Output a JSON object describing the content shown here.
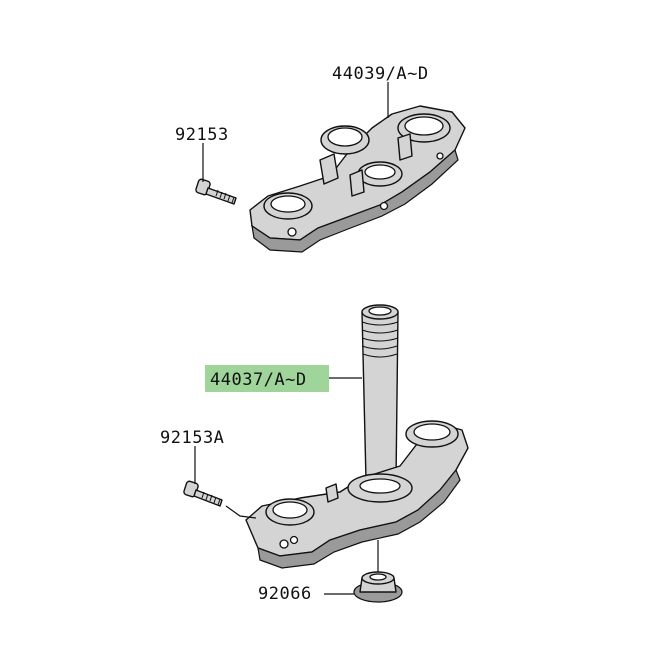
{
  "diagram": {
    "highlight_color": "#9fd49a",
    "labels": {
      "upper_bracket": "44039/A~D",
      "upper_bolt": "92153",
      "stem_bracket": "44037/A~D",
      "lower_bolt": "92153A",
      "stem_nut": "92066"
    },
    "highlighted_part": "44037/A~D"
  }
}
